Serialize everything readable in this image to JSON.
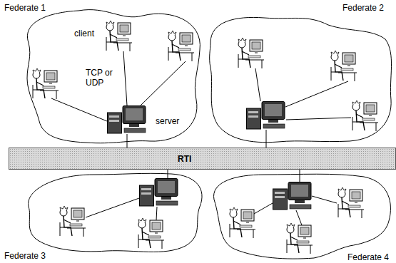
{
  "diagram": {
    "nodes": [
      {
        "text": [
          "Federate 1"
        ]
      },
      {
        "text": [
          "Federate 2"
        ]
      },
      {
        "text": [
          "RTI"
        ]
      },
      {
        "text": [
          "Federate 3"
        ]
      },
      {
        "text": [
          "Federate 4"
        ]
      }
    ],
    "edges": [
      {
        "from": 0,
        "to": 2,
        "arrow": "none"
      },
      {
        "from": 1,
        "to": 2,
        "arrow": "none"
      },
      {
        "from": 3,
        "to": 2,
        "arrow": "none"
      },
      {
        "from": 4,
        "to": 2,
        "arrow": "none"
      }
    ],
    "labels": [
      "client",
      "TCP or UDP",
      "server"
    ]
  }
}
